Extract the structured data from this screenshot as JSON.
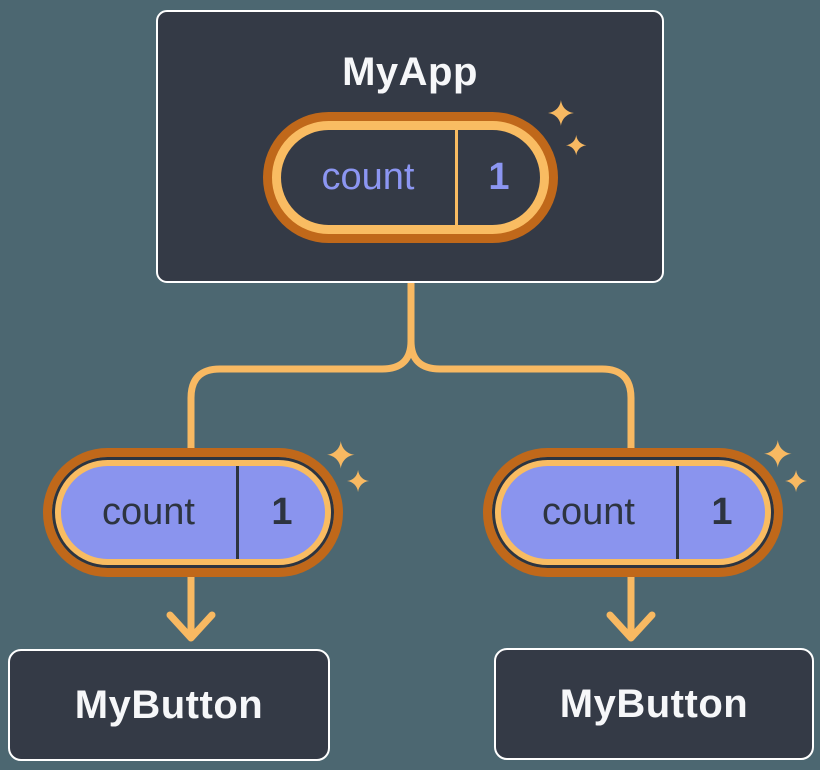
{
  "diagram": {
    "description": "React state/props tree: MyApp passes count state down to two MyButton children",
    "root_node": {
      "title": "MyApp",
      "state": {
        "label": "count",
        "value": "1"
      }
    },
    "child_nodes": [
      {
        "title": "MyButton",
        "prop": {
          "label": "count",
          "value": "1"
        }
      },
      {
        "title": "MyButton",
        "prop": {
          "label": "count",
          "value": "1"
        }
      }
    ],
    "icons": {
      "sparkle": "✦"
    },
    "colors": {
      "background": "#4C6771",
      "node_fill": "#343A46",
      "node_border": "#FFFFFF",
      "node_text": "#F6F7F9",
      "pill_ring_dark": "#C0681A",
      "pill_ring_light": "#F9BC62",
      "pill_fill_child": "#8A94EE",
      "pill_text_dark": "#2D3440",
      "pill_text_lavender": "#8C96F2",
      "connector": "#F8B962"
    }
  }
}
